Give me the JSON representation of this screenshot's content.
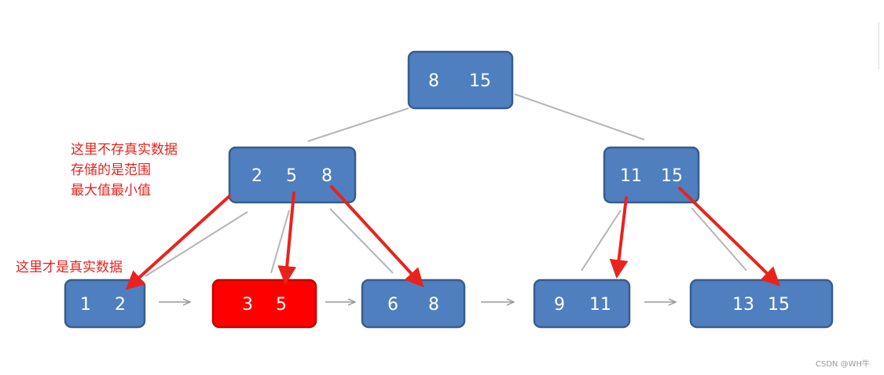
{
  "nodes": [
    {
      "id": "root",
      "keys": [
        "8",
        "15"
      ]
    },
    {
      "id": "internal-left",
      "keys": [
        "2",
        "5",
        "8"
      ]
    },
    {
      "id": "internal-right",
      "keys": [
        "11",
        "15"
      ]
    },
    {
      "id": "leaf-1",
      "keys": [
        "1",
        "2"
      ]
    },
    {
      "id": "leaf-2",
      "keys": [
        "3",
        "5"
      ]
    },
    {
      "id": "leaf-3",
      "keys": [
        "6",
        "8"
      ]
    },
    {
      "id": "leaf-4",
      "keys": [
        "9",
        "11"
      ]
    },
    {
      "id": "leaf-5",
      "keys": [
        "13",
        "15"
      ]
    }
  ],
  "highlighted_node": "leaf-2",
  "annotations": {
    "internal_note": [
      "这里不存真实数据",
      "存储的是范围",
      "最大值最小值"
    ],
    "leaf_note": "这里才是真实数据"
  },
  "watermark": "CSDN @WH牛",
  "colors": {
    "node_fill": "#4f7fbf",
    "node_border": "#385d8a",
    "highlight_fill": "#ff0000",
    "highlight_border": "#c00000",
    "arrow": "#e8231e",
    "connector": "#b5b5b5"
  }
}
